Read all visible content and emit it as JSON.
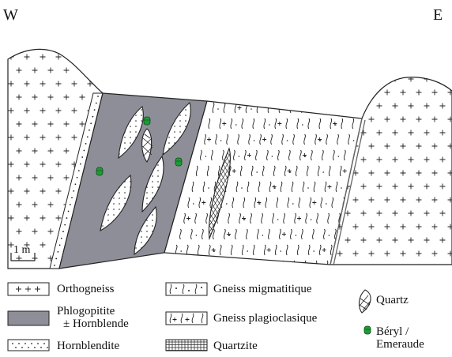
{
  "compass": {
    "west": "W",
    "east": "E"
  },
  "scale_bar": {
    "label": "1 m"
  },
  "colors": {
    "phlogopitite": "#8e8e98",
    "beryl": "#1f9a36",
    "ink": "#222222"
  },
  "legend": {
    "orthogneiss": "Orthogneiss",
    "phlogopitite_line1": "Phlogopitite",
    "phlogopitite_line2": "± Hornblende",
    "hornblendite": "Hornblendite",
    "gneiss_migmatitique": "Gneiss migmatitique",
    "gneiss_plagioclasique": "Gneiss plagioclasique",
    "quartzite": "Quartzite",
    "quartz": "Quartz",
    "beryl_line1": "Béryl /",
    "beryl_line2": "Emeraude"
  }
}
